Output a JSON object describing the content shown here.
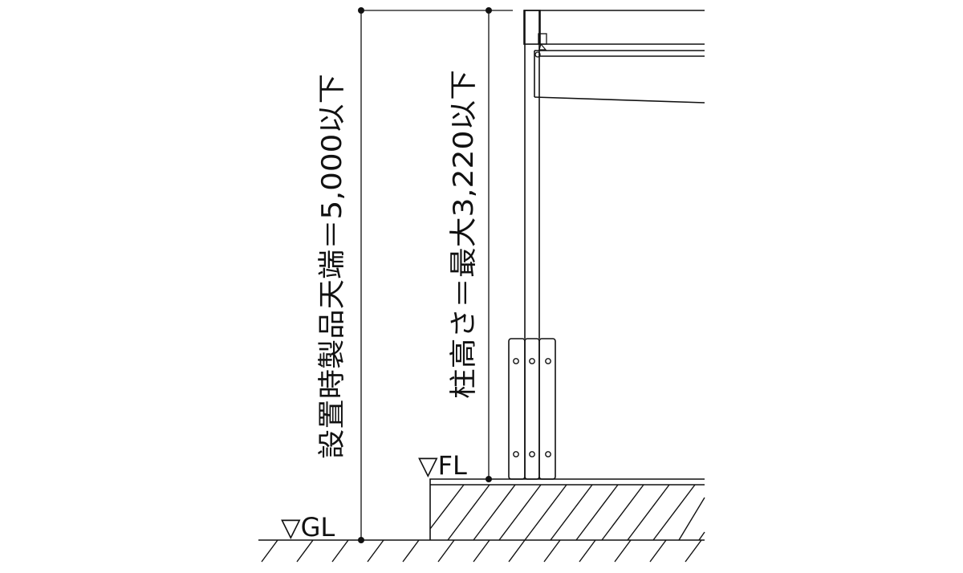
{
  "labels": {
    "total_height": "設置時製品天端＝5,000以下",
    "post_height": "柱高さ＝最大3,220以下",
    "ground_level": "▽GL",
    "floor_level": "▽FL"
  },
  "colors": {
    "line": "#111111",
    "background": "#ffffff"
  }
}
